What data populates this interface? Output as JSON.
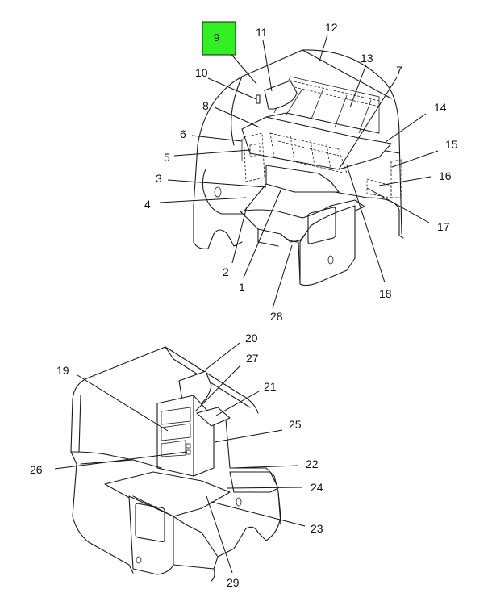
{
  "highlight": {
    "label": "9",
    "color": "#33ee22"
  },
  "callouts_top": [
    "1",
    "2",
    "3",
    "4",
    "5",
    "6",
    "7",
    "8",
    "10",
    "11",
    "12",
    "13",
    "14",
    "15",
    "16",
    "17",
    "18",
    "28"
  ],
  "callouts_bottom": [
    "19",
    "20",
    "21",
    "22",
    "23",
    "24",
    "25",
    "26",
    "27",
    "29"
  ],
  "footer": {
    "left": "",
    "right": ""
  },
  "colors": {
    "line": "#1a1a1a",
    "highlight": "#33ee22"
  }
}
